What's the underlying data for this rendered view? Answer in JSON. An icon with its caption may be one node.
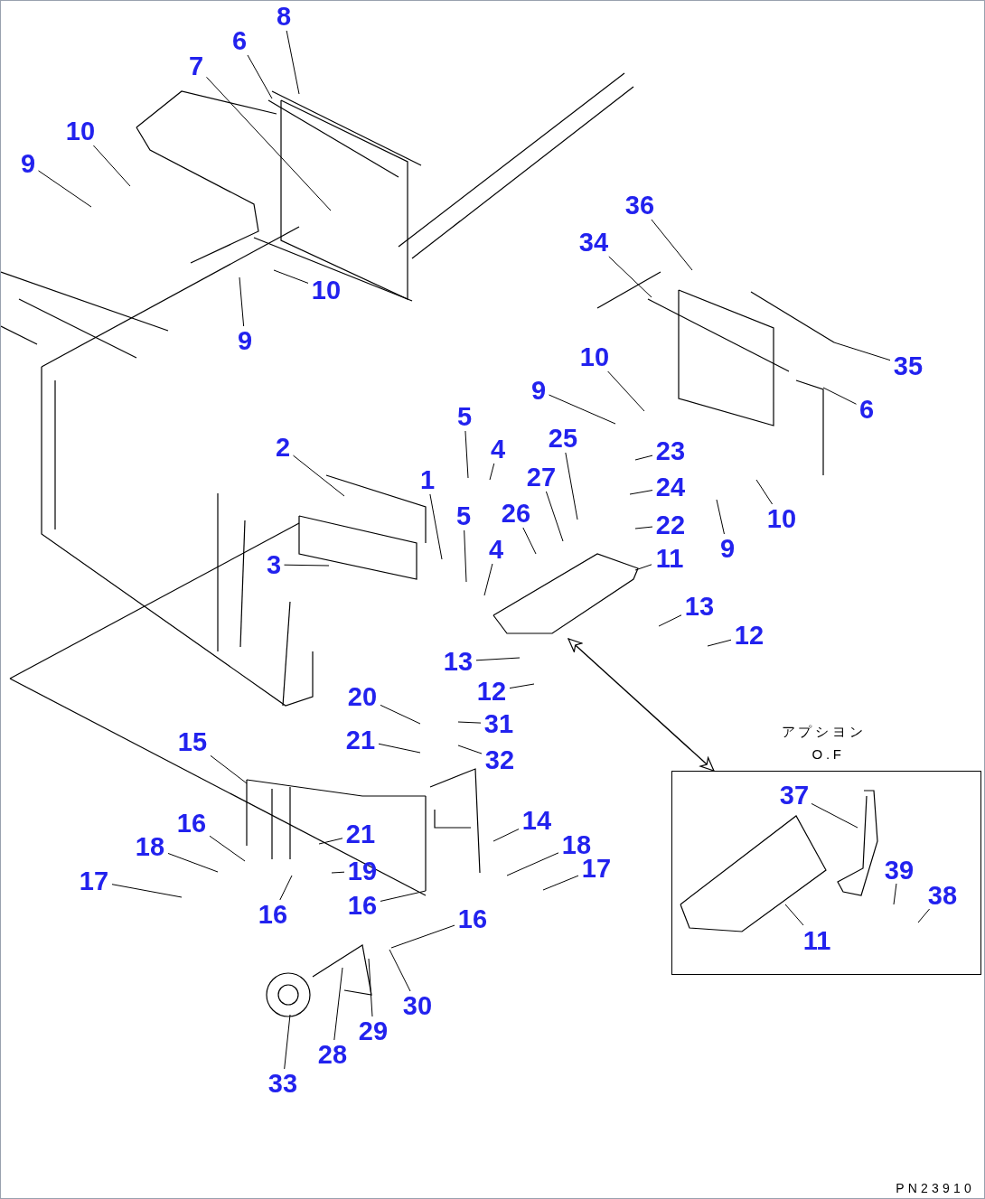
{
  "diagram": {
    "nodes": [
      {
        "text": [
          "8"
        ]
      },
      {
        "text": [
          "6"
        ]
      },
      {
        "text": [
          "7"
        ]
      },
      {
        "text": [
          "10"
        ]
      },
      {
        "text": [
          "9"
        ]
      },
      {
        "text": [
          "10"
        ]
      },
      {
        "text": [
          "9"
        ]
      },
      {
        "text": [
          "36"
        ]
      },
      {
        "text": [
          "34"
        ]
      },
      {
        "text": [
          "35"
        ]
      },
      {
        "text": [
          "10"
        ]
      },
      {
        "text": [
          "9"
        ]
      },
      {
        "text": [
          "6"
        ]
      },
      {
        "text": [
          "5"
        ]
      },
      {
        "text": [
          "4"
        ]
      },
      {
        "text": [
          "25"
        ]
      },
      {
        "text": [
          "23"
        ]
      },
      {
        "text": [
          "2"
        ]
      },
      {
        "text": [
          "24"
        ]
      },
      {
        "text": [
          "1"
        ]
      },
      {
        "text": [
          "27"
        ]
      },
      {
        "text": [
          "26"
        ]
      },
      {
        "text": [
          "5"
        ]
      },
      {
        "text": [
          "22"
        ]
      },
      {
        "text": [
          "10"
        ]
      },
      {
        "text": [
          "9"
        ]
      },
      {
        "text": [
          "4"
        ]
      },
      {
        "text": [
          "3"
        ]
      },
      {
        "text": [
          "11"
        ]
      },
      {
        "text": [
          "13"
        ]
      },
      {
        "text": [
          "12"
        ]
      },
      {
        "text": [
          "13"
        ]
      },
      {
        "text": [
          "12"
        ]
      },
      {
        "text": [
          "20"
        ]
      },
      {
        "text": [
          "31"
        ]
      },
      {
        "text": [
          "21"
        ]
      },
      {
        "text": [
          "32"
        ]
      },
      {
        "text": [
          "15"
        ]
      },
      {
        "text": [
          "16"
        ]
      },
      {
        "text": [
          "21"
        ]
      },
      {
        "text": [
          "14"
        ]
      },
      {
        "text": [
          "18"
        ]
      },
      {
        "text": [
          "18"
        ]
      },
      {
        "text": [
          "19"
        ]
      },
      {
        "text": [
          "17"
        ]
      },
      {
        "text": [
          "17"
        ]
      },
      {
        "text": [
          "16"
        ]
      },
      {
        "text": [
          "16"
        ]
      },
      {
        "text": [
          "16"
        ]
      },
      {
        "text": [
          "30"
        ]
      },
      {
        "text": [
          "29"
        ]
      },
      {
        "text": [
          "28"
        ]
      },
      {
        "text": [
          "33"
        ]
      },
      {
        "text": [
          "アプシヨン",
          "O.F"
        ]
      },
      {
        "text": [
          "37"
        ],
        "in": 53
      },
      {
        "text": [
          "39"
        ],
        "in": 53
      },
      {
        "text": [
          "38"
        ],
        "in": 53
      },
      {
        "text": [
          "11"
        ],
        "in": 53
      }
    ],
    "edges": [
      {
        "from": 0,
        "to": null,
        "arrow": "none"
      },
      {
        "from": 1,
        "to": null,
        "arrow": "none"
      },
      {
        "from": 2,
        "to": null,
        "arrow": "none"
      },
      {
        "from": 3,
        "to": null,
        "arrow": "none"
      },
      {
        "from": 4,
        "to": null,
        "arrow": "none"
      },
      {
        "from": 5,
        "to": null,
        "arrow": "none"
      },
      {
        "from": 6,
        "to": null,
        "arrow": "none"
      },
      {
        "from": 7,
        "to": null,
        "arrow": "none"
      },
      {
        "from": 8,
        "to": null,
        "arrow": "none"
      },
      {
        "from": 9,
        "to": null,
        "arrow": "none"
      },
      {
        "from": 10,
        "to": null,
        "arrow": "none"
      },
      {
        "from": 11,
        "to": null,
        "arrow": "none"
      },
      {
        "from": 12,
        "to": null,
        "arrow": "none"
      },
      {
        "from": 13,
        "to": null,
        "arrow": "none"
      },
      {
        "from": 14,
        "to": null,
        "arrow": "none"
      },
      {
        "from": 15,
        "to": null,
        "arrow": "none"
      },
      {
        "from": 16,
        "to": null,
        "arrow": "none"
      },
      {
        "from": 17,
        "to": null,
        "arrow": "none"
      },
      {
        "from": 18,
        "to": null,
        "arrow": "none"
      },
      {
        "from": 19,
        "to": null,
        "arrow": "none"
      },
      {
        "from": 20,
        "to": null,
        "arrow": "none"
      },
      {
        "from": 21,
        "to": null,
        "arrow": "none"
      },
      {
        "from": 22,
        "to": null,
        "arrow": "none"
      },
      {
        "from": 23,
        "to": null,
        "arrow": "none"
      },
      {
        "from": 24,
        "to": null,
        "arrow": "none"
      },
      {
        "from": 25,
        "to": null,
        "arrow": "none"
      },
      {
        "from": 26,
        "to": null,
        "arrow": "none"
      },
      {
        "from": 27,
        "to": null,
        "arrow": "none"
      },
      {
        "from": 28,
        "to": null,
        "arrow": "none"
      },
      {
        "from": 29,
        "to": null,
        "arrow": "none"
      },
      {
        "from": 30,
        "to": null,
        "arrow": "none"
      },
      {
        "from": 31,
        "to": null,
        "arrow": "none"
      },
      {
        "from": 32,
        "to": null,
        "arrow": "none"
      },
      {
        "from": 33,
        "to": null,
        "arrow": "none"
      },
      {
        "from": 34,
        "to": null,
        "arrow": "none"
      },
      {
        "from": 35,
        "to": null,
        "arrow": "none"
      },
      {
        "from": 36,
        "to": null,
        "arrow": "none"
      },
      {
        "from": 37,
        "to": null,
        "arrow": "none"
      },
      {
        "from": 38,
        "to": null,
        "arrow": "none"
      },
      {
        "from": 39,
        "to": null,
        "arrow": "none"
      },
      {
        "from": 40,
        "to": null,
        "arrow": "none"
      },
      {
        "from": 41,
        "to": null,
        "arrow": "none"
      },
      {
        "from": 42,
        "to": null,
        "arrow": "none"
      },
      {
        "from": 43,
        "to": null,
        "arrow": "none"
      },
      {
        "from": 44,
        "to": null,
        "arrow": "none"
      },
      {
        "from": 45,
        "to": null,
        "arrow": "none"
      },
      {
        "from": 46,
        "to": null,
        "arrow": "none"
      },
      {
        "from": 47,
        "to": null,
        "arrow": "none"
      },
      {
        "from": 48,
        "to": null,
        "arrow": "none"
      },
      {
        "from": 49,
        "to": null,
        "arrow": "none"
      },
      {
        "from": 50,
        "to": null,
        "arrow": "none"
      },
      {
        "from": 51,
        "to": null,
        "arrow": "none"
      },
      {
        "from": 52,
        "to": null,
        "arrow": "none"
      },
      {
        "from": 54,
        "to": null,
        "arrow": "none"
      },
      {
        "from": 55,
        "to": null,
        "arrow": "none"
      },
      {
        "from": 56,
        "to": null,
        "arrow": "none"
      },
      {
        "from": 57,
        "to": null,
        "arrow": "none"
      },
      {
        "from": null,
        "to": 53,
        "arrow": "both"
      }
    ],
    "labels": [
      "PN23910"
    ]
  }
}
